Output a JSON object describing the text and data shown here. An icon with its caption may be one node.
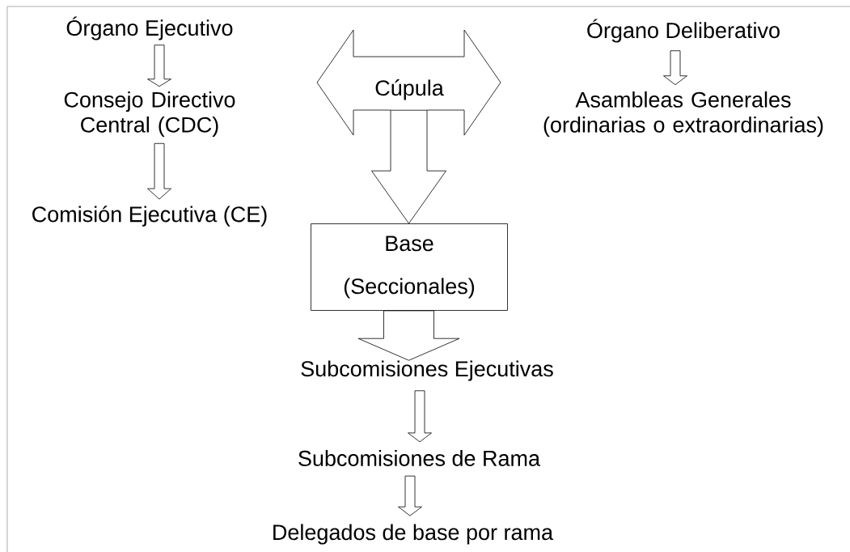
{
  "diagram": {
    "nodes": [
      {
        "text": [
          "Órgano Ejecutivo"
        ]
      },
      {
        "text": [
          "Cúpula"
        ]
      },
      {
        "text": [
          "Órgano Deliberativo"
        ]
      },
      {
        "text": [
          "Consejo Directivo Central (CDC)"
        ]
      },
      {
        "text": [
          "Asambleas Generales (ordinarias o extraordinarias)"
        ]
      },
      {
        "text": [
          "Comisión Ejecutiva (CE)"
        ]
      },
      {
        "text": [
          "Base",
          "(Seccionales)"
        ]
      },
      {
        "text": [
          "Subcomisiones Ejecutivas"
        ]
      },
      {
        "text": [
          "Subcomisiones de Rama"
        ]
      },
      {
        "text": [
          "Delegados de base por rama"
        ]
      }
    ],
    "edges": [
      {
        "from": 0,
        "to": 3,
        "arrow": "to"
      },
      {
        "from": 3,
        "to": 5,
        "arrow": "to"
      },
      {
        "from": 2,
        "to": 4,
        "arrow": "to"
      },
      {
        "from": 1,
        "to": 6,
        "arrow": "to"
      },
      {
        "from": 6,
        "to": 7,
        "arrow": "to"
      },
      {
        "from": 7,
        "to": 8,
        "arrow": "to"
      },
      {
        "from": 8,
        "to": 9,
        "arrow": "to"
      }
    ]
  }
}
